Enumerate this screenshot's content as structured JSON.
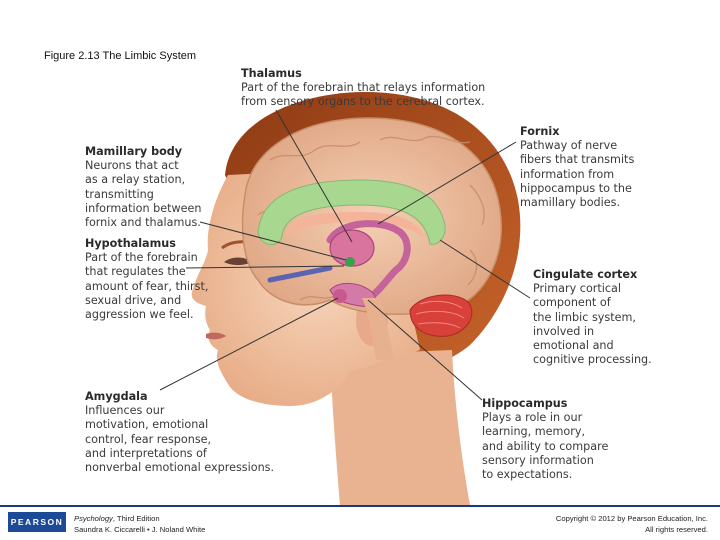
{
  "figure_title": "Figure 2.13 The Limbic System",
  "labels": {
    "thalamus": {
      "heading": "Thalamus",
      "body": "Part of the forebrain that relays information\nfrom sensory organs to the cerebral cortex."
    },
    "fornix": {
      "heading": "Fornix",
      "body": "Pathway of nerve\nfibers that transmits\ninformation from\nhippocampus to the\nmamillary bodies."
    },
    "mamillary": {
      "heading": "Mamillary body",
      "body": "Neurons that act\nas a relay station,\ntransmitting\ninformation between\nfornix and thalamus."
    },
    "hypothalamus": {
      "heading": "Hypothalamus",
      "body": "Part of the forebrain\nthat regulates the\namount of fear, thirst,\nsexual drive, and\naggression we feel."
    },
    "cingulate": {
      "heading": "Cingulate cortex",
      "body": "Primary cortical\ncomponent of\nthe limbic system,\ninvolved in\nemotional and\ncognitive processing."
    },
    "amygdala": {
      "heading": "Amygdala",
      "body": "Influences our\nmotivation, emotional\ncontrol, fear response,\nand interpretations of\nnonverbal emotional expressions."
    },
    "hippocampus": {
      "heading": "Hippocampus",
      "body": "Plays a role in our\nlearning, memory,\nand ability to compare\nsensory information\nto expectations."
    }
  },
  "footer": {
    "logo": "PEARSON",
    "book_title": "Psychology",
    "edition": ", Third Edition",
    "authors": "Saundra K. Ciccarelli • J. Noland White",
    "copyright": "Copyright © 2012 by Pearson Education, Inc.",
    "rights": "All rights reserved."
  },
  "colors": {
    "skin": "#f2c7a6",
    "hair": "#b8501e",
    "brain": "#ecc0a0",
    "cingulate": "#a8d890",
    "limbic": "#c4649a",
    "cerebellum": "#d8403a",
    "footer_blue": "#1d4a96"
  }
}
